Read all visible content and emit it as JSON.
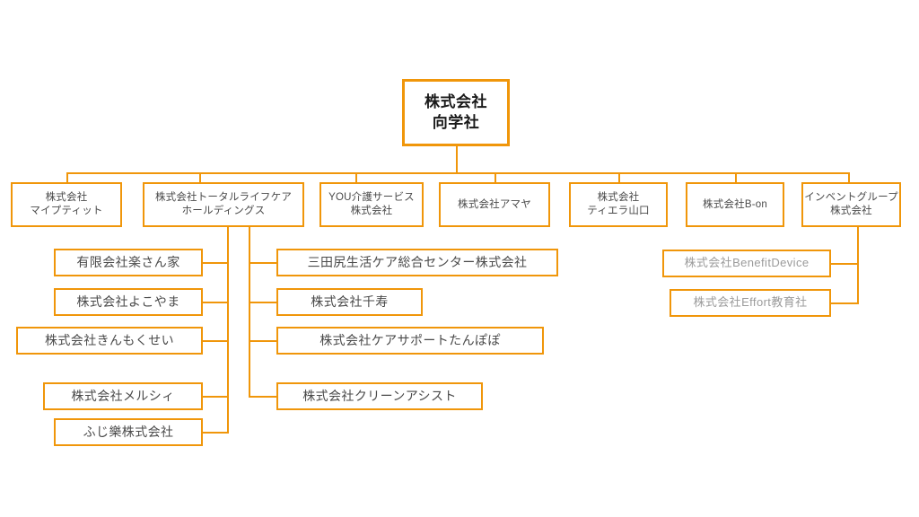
{
  "meta": {
    "title": "組織図",
    "accent_color": "#F0960A",
    "text_color_primary": "#1a1a1a",
    "text_color_secondary": "#4a4a4a",
    "text_color_muted": "#9b9b9b",
    "background": "#ffffff"
  },
  "chart_data": {
    "type": "diagram",
    "subtype": "org-chart",
    "orientation": "top-down",
    "root": "株式会社\n向学社",
    "levels": 3,
    "node_count": 19
  },
  "root": {
    "label": "株式会社\n向学社"
  },
  "divisions": [
    {
      "label": "株式会社\nマイプティット"
    },
    {
      "label": "株式会社トータルライフケア\nホールディングス"
    },
    {
      "label": "YOU介護サービス\n株式会社"
    },
    {
      "label": "株式会社アマヤ"
    },
    {
      "label": "株式会社\nティエラ山口"
    },
    {
      "label": "株式会社B-on"
    },
    {
      "label": "インベントグループ\n株式会社"
    }
  ],
  "left_children": [
    {
      "label": "有限会社楽さん家"
    },
    {
      "label": "株式会社よこやま"
    },
    {
      "label": "株式会社きんもくせい"
    },
    {
      "label": "株式会社メルシィ"
    },
    {
      "label": "ふじ樂株式会社"
    }
  ],
  "middle_children": [
    {
      "label": "三田尻生活ケア総合センター株式会社"
    },
    {
      "label": "株式会社千寿"
    },
    {
      "label": "株式会社ケアサポートたんぽぽ"
    },
    {
      "label": "株式会社クリーンアシスト"
    }
  ],
  "right_children": [
    {
      "label": "株式会社BenefitDevice"
    },
    {
      "label": "株式会社Effort教育社"
    }
  ]
}
